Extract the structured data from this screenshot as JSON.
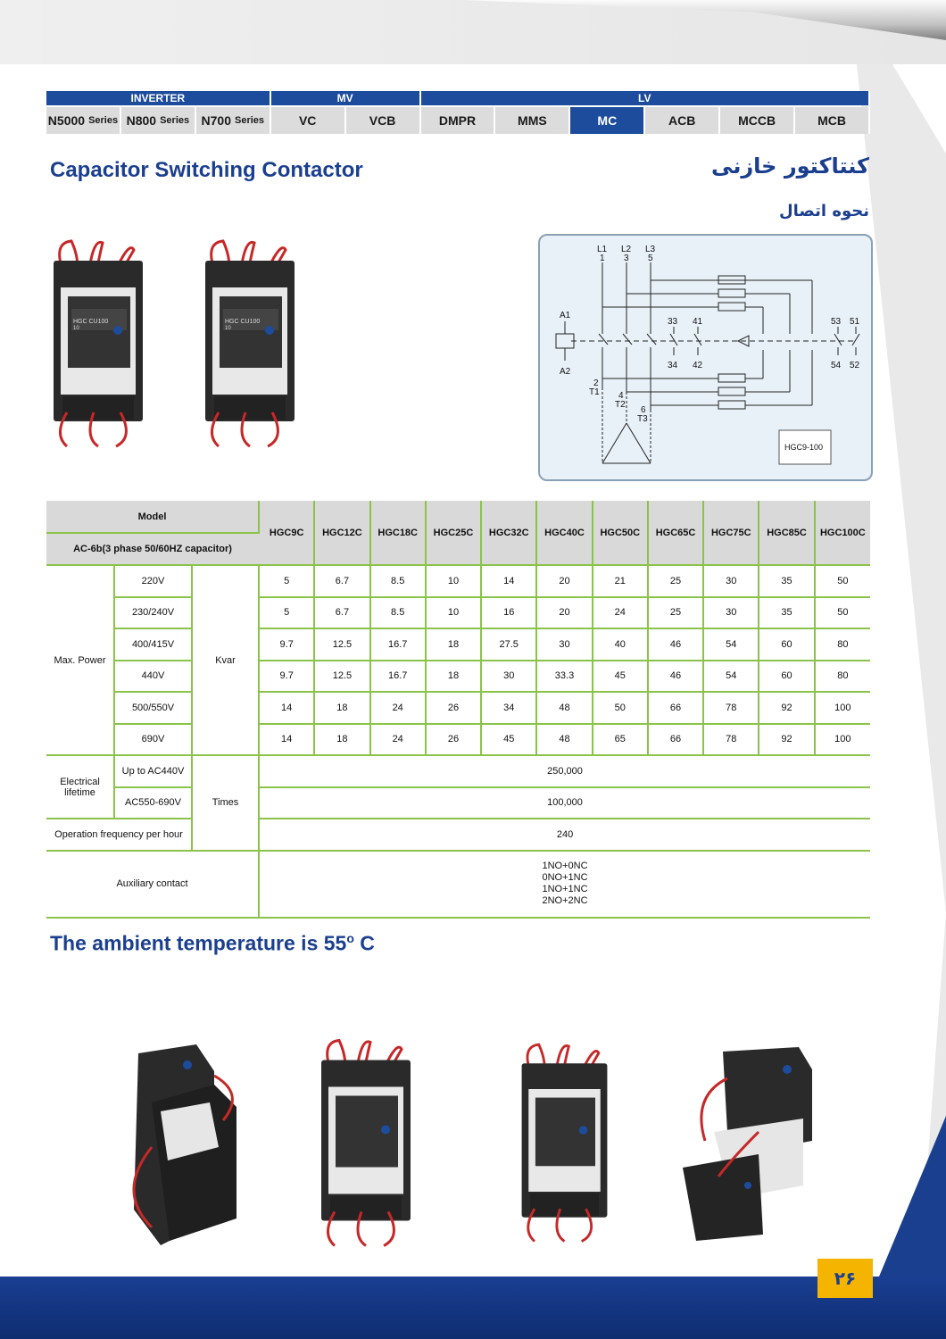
{
  "nav": {
    "groups": [
      {
        "label": "INVERTER",
        "span": 3
      },
      {
        "label": "MV",
        "span": 2
      },
      {
        "label": "LV",
        "span": 6
      }
    ],
    "items": [
      {
        "label": "N5000",
        "sub": "Series",
        "active": false
      },
      {
        "label": "N800",
        "sub": "Series",
        "active": false
      },
      {
        "label": "N700",
        "sub": "Series",
        "active": false
      },
      {
        "label": "VC",
        "sub": "",
        "active": false
      },
      {
        "label": "VCB",
        "sub": "",
        "active": false
      },
      {
        "label": "DMPR",
        "sub": "",
        "active": false
      },
      {
        "label": "MMS",
        "sub": "",
        "active": false
      },
      {
        "label": "MC",
        "sub": "",
        "active": true
      },
      {
        "label": "ACB",
        "sub": "",
        "active": false
      },
      {
        "label": "MCCB",
        "sub": "",
        "active": false
      },
      {
        "label": "MCB",
        "sub": "",
        "active": false
      }
    ],
    "accent_color": "#1d4c9c"
  },
  "title_en": "Capacitor Switching Contactor",
  "title_fa": "کنتاکتور خازنی",
  "subtitle_fa": "نحوه اتصال",
  "diagram": {
    "labels": {
      "l1": "L1",
      "n1": "1",
      "l2": "L2",
      "n3": "3",
      "l3": "L3",
      "n5": "5",
      "a1": "A1",
      "a2": "A2",
      "c33": "33",
      "c41": "41",
      "c34": "34",
      "c42": "42",
      "c53": "53",
      "c51": "51",
      "c54": "54",
      "c52": "52",
      "n2": "2",
      "t1": "T1",
      "n4": "4",
      "t2": "T2",
      "n6": "6",
      "t3": "T3"
    },
    "model_tag": "HGC9-100"
  },
  "product_label": {
    "brand": "HGC CU100",
    "sub": "10"
  },
  "table": {
    "model_label": "Model",
    "ac_label": "AC-6b(3 phase 50/60HZ capacitor)",
    "models": [
      "HGC9C",
      "HGC12C",
      "HGC18C",
      "HGC25C",
      "HGC32C",
      "HGC40C",
      "HGC50C",
      "HGC65C",
      "HGC75C",
      "HGC85C",
      "HGC100C"
    ],
    "max_power_label": "Max. Power",
    "kvar_label": "Kvar",
    "power_rows": [
      {
        "voltage": "220V",
        "values": [
          "5",
          "6.7",
          "8.5",
          "10",
          "14",
          "20",
          "21",
          "25",
          "30",
          "35",
          "50"
        ]
      },
      {
        "voltage": "230/240V",
        "values": [
          "5",
          "6.7",
          "8.5",
          "10",
          "16",
          "20",
          "24",
          "25",
          "30",
          "35",
          "50"
        ]
      },
      {
        "voltage": "400/415V",
        "values": [
          "9.7",
          "12.5",
          "16.7",
          "18",
          "27.5",
          "30",
          "40",
          "46",
          "54",
          "60",
          "80"
        ]
      },
      {
        "voltage": "440V",
        "values": [
          "9.7",
          "12.5",
          "16.7",
          "18",
          "30",
          "33.3",
          "45",
          "46",
          "54",
          "60",
          "80"
        ]
      },
      {
        "voltage": "500/550V",
        "values": [
          "14",
          "18",
          "24",
          "26",
          "34",
          "48",
          "50",
          "66",
          "78",
          "92",
          "100"
        ]
      },
      {
        "voltage": "690V",
        "values": [
          "14",
          "18",
          "24",
          "26",
          "45",
          "48",
          "65",
          "66",
          "78",
          "92",
          "100"
        ]
      }
    ],
    "electrical_lifetime_label": "Electrical lifetime",
    "up_to_label": "Up to AC440V",
    "up_to_value": "250,000",
    "ac550_label": "AC550-690V",
    "ac550_value": "100,000",
    "times_label": "Times",
    "op_freq_label": "Operation frequency per hour",
    "op_freq_value": "240",
    "aux_label": "Auxiliary contact",
    "aux_values": [
      "1NO+0NC",
      "0NO+1NC",
      "1NO+1NC",
      "2NO+2NC"
    ],
    "grid_color": "#8bc34a",
    "header_color": "#d9d9d9"
  },
  "ambient_note": {
    "text": "The ambient temperature is 55",
    "degree": "o",
    "unit": " C"
  },
  "page_number": "۲۶"
}
